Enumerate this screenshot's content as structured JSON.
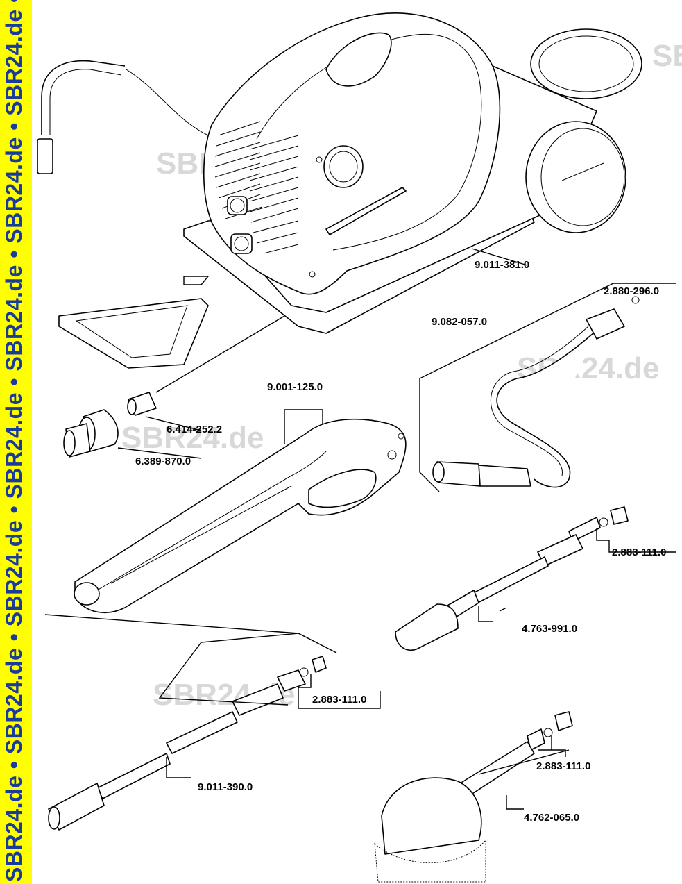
{
  "side_band": {
    "text": "SBR24.de • SBR24.de • SBR24.de • SBR24.de • SBR24.de • SBR24.de • SBR24.de •"
  },
  "watermarks": [
    "SBR24.de",
    "SBR24.de",
    "SBR24.de",
    "SBR24.de",
    "SBR24.de"
  ],
  "parts": {
    "machine": "9.011-381.0",
    "nozzle_o_ring": "2.880-296.0",
    "hp_hose": "9.082-057.0",
    "gun": "9.001-125.0",
    "connector_nipple": "6.414-252.2",
    "garden_hose_coupling": "6.389-870.0",
    "nozzle_set_a": "2.883-111.0",
    "dirt_blaster_lance": "4.763-991.0",
    "nozzle_set_b": "2.883-111.0",
    "spray_lance": "9.011-390.0",
    "nozzle_set_c": "2.883-111.0",
    "wash_brush": "4.762-065.0"
  },
  "colors": {
    "band": "#ffff00",
    "band_text": "#1a3b9a",
    "watermark": "#d8d8d8"
  }
}
